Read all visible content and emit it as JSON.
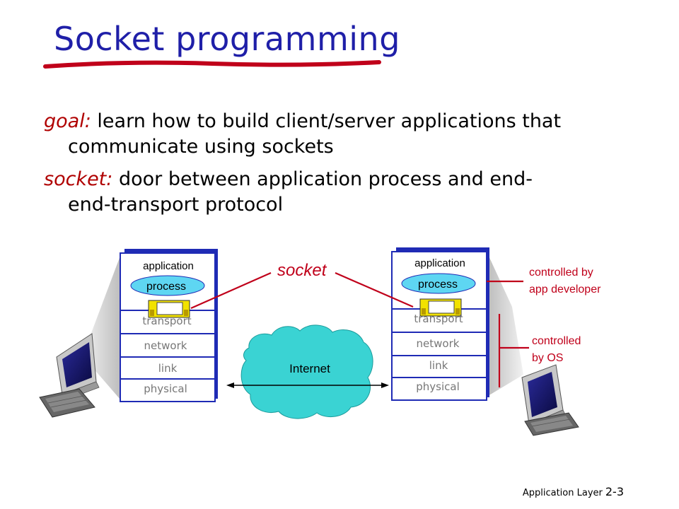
{
  "slide": {
    "title": "Socket programming",
    "bullets": [
      {
        "keyword": "goal:",
        "line1": "learn how to build client/server applications that",
        "line2": "communicate using sockets"
      },
      {
        "keyword": "socket:",
        "line1": "door between application process and end-",
        "line2": "end-transport protocol"
      }
    ]
  },
  "diagram": {
    "left_stack": {
      "application": "application",
      "process": "process",
      "transport": "transport",
      "network": "network",
      "link": "link",
      "physical": "physical"
    },
    "right_stack": {
      "application": "application",
      "process": "process",
      "transport": "transport",
      "network": "network",
      "link": "link",
      "physical": "physical"
    },
    "socket_label": "socket",
    "internet_label": "Internet",
    "dev_label": [
      "controlled by",
      "app developer"
    ],
    "os_label": [
      "controlled",
      "by OS"
    ]
  },
  "footer": {
    "label": "Application Layer",
    "page": "2-3"
  },
  "colors": {
    "title": "#1f1fa8",
    "accent_red": "#c0001a",
    "keyword": "#b00000",
    "cloud": "#3ad3d3",
    "stack_border": "#1f2bb5",
    "process_fill": "#5ed6f2",
    "socket_fill": "#f2e200"
  }
}
